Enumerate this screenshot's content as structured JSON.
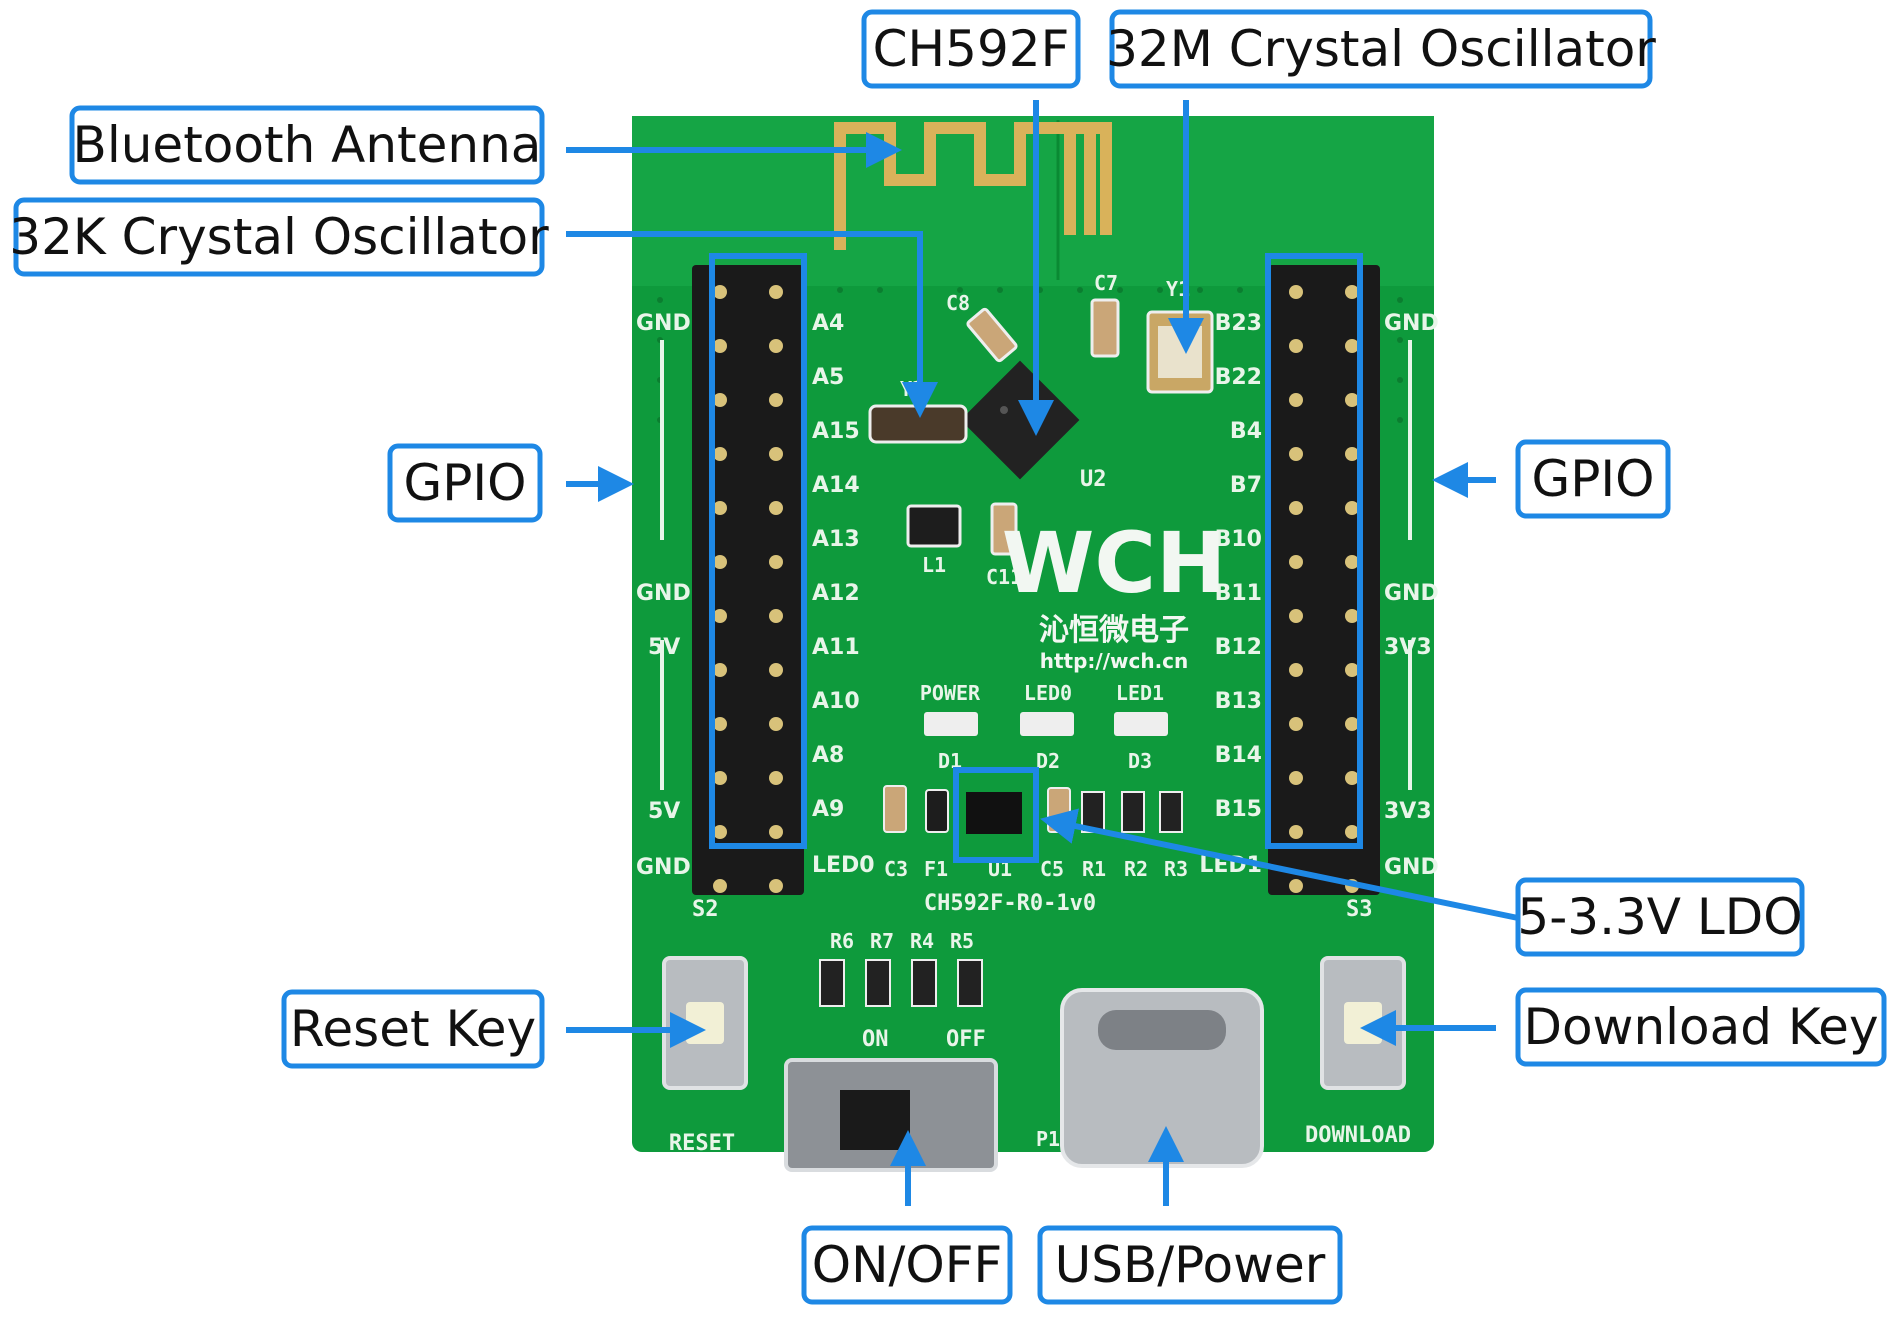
{
  "colors": {
    "callout_border": "#1E88E5",
    "arrow": "#1E88E5",
    "pcb_green": "#0E9A3C",
    "antenna_gold": "#D9B25A"
  },
  "callouts": {
    "ch592f": "CH592F",
    "crystal_32m": "32M Crystal Oscillator",
    "bluetooth_antenna": "Bluetooth Antenna",
    "crystal_32k": "32K Crystal Oscillator",
    "gpio_left": "GPIO",
    "gpio_right": "GPIO",
    "ldo": "5-3.3V LDO",
    "reset_key": "Reset Key",
    "download_key": "Download Key",
    "on_off": "ON/OFF",
    "usb_power": "USB/Power"
  },
  "board": {
    "left_pins": [
      "A4",
      "A5",
      "A15",
      "A14",
      "A13",
      "A12",
      "A11",
      "A10",
      "A8",
      "A9",
      "LED0"
    ],
    "right_pins": [
      "B23",
      "B22",
      "B4",
      "B7",
      "B10",
      "B11",
      "B12",
      "B13",
      "B14",
      "B15",
      "LED1"
    ],
    "left_power": [
      "GND",
      "GND",
      "5V",
      "5V",
      "GND"
    ],
    "right_power": [
      "GND",
      "GND",
      "3V3",
      "3V3",
      "GND"
    ],
    "logo": "WCH",
    "logo_cn": "沁恒微电子",
    "url": "http://wch.cn",
    "model": "CH592F-R0-1v0",
    "led_labels": [
      "POWER",
      "LED0",
      "LED1"
    ],
    "led_designators": [
      "D1",
      "D2",
      "D3"
    ],
    "switch_labels": [
      "ON",
      "OFF"
    ],
    "resistor_labels": [
      "R6",
      "R7",
      "R4",
      "R5"
    ],
    "key_left": "S2",
    "key_right": "S3",
    "reset_label": "RESET",
    "download_label": "DOWNLOAD",
    "chip_label": "U2",
    "ldo_label": "U1",
    "cap_c7": "C7",
    "cap_c8": "C8",
    "cap_c11": "C11",
    "inductor": "L1",
    "crystal_y1": "Y1",
    "crystal_y2": "Y2",
    "misc_labels": [
      "C3",
      "F1",
      "C5",
      "R1",
      "R2",
      "R3"
    ],
    "connector": "P1"
  }
}
